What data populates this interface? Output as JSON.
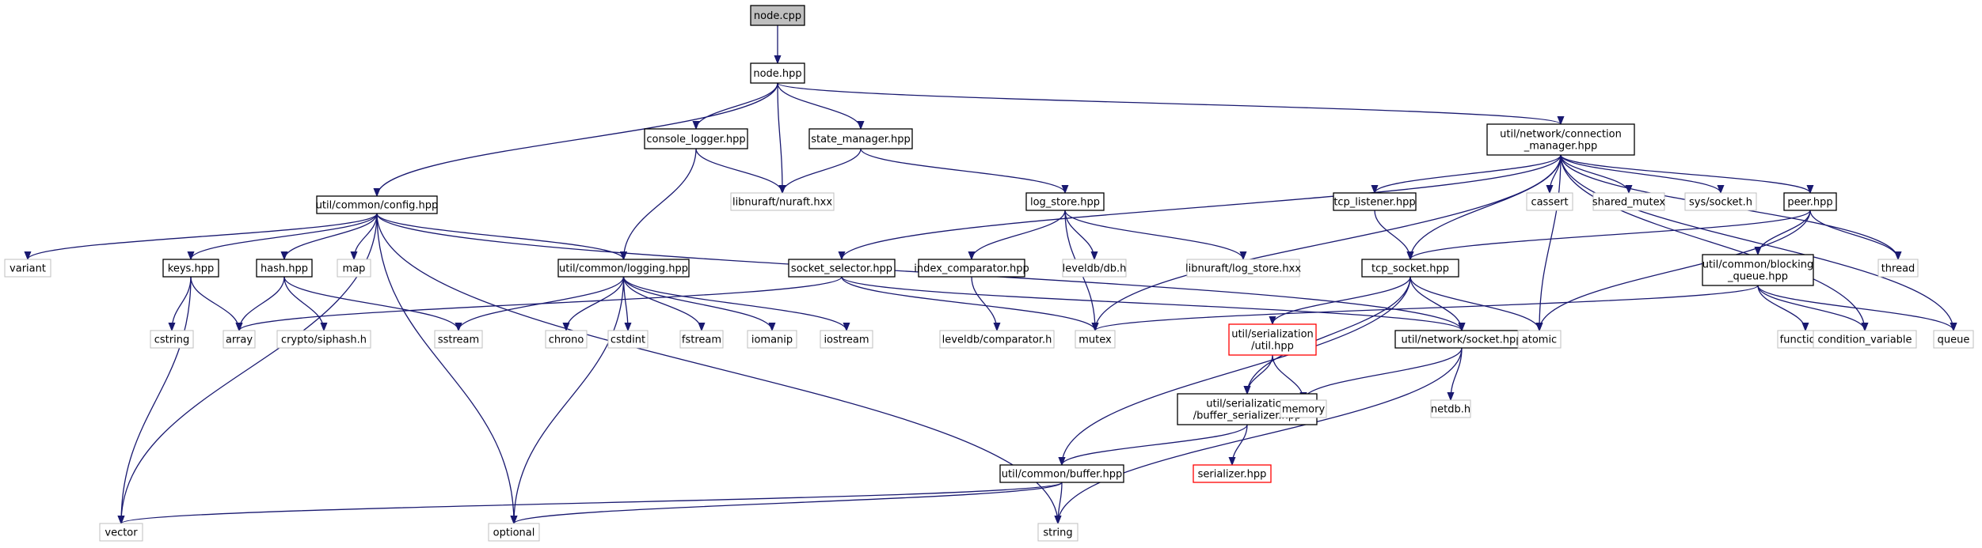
{
  "colors": {
    "edge": "#191970",
    "root_fill": "#bfbfbf",
    "local_border": "#000000",
    "external_border": "#bfbfbf",
    "missing_border": "#ff0000"
  },
  "nodes": [
    {
      "id": "node_cpp",
      "lines": [
        "node.cpp"
      ],
      "kind": "root"
    },
    {
      "id": "node_hpp",
      "lines": [
        "node.hpp"
      ],
      "kind": "local"
    },
    {
      "id": "console_logger",
      "lines": [
        "console_logger.hpp"
      ],
      "kind": "local"
    },
    {
      "id": "state_manager",
      "lines": [
        "state_manager.hpp"
      ],
      "kind": "local"
    },
    {
      "id": "connection_manager",
      "lines": [
        "util/network/connection",
        "_manager.hpp"
      ],
      "kind": "local"
    },
    {
      "id": "config",
      "lines": [
        "util/common/config.hpp"
      ],
      "kind": "local"
    },
    {
      "id": "nuraft",
      "lines": [
        "libnuraft/nuraft.hxx"
      ],
      "kind": "external"
    },
    {
      "id": "log_store",
      "lines": [
        "log_store.hpp"
      ],
      "kind": "local"
    },
    {
      "id": "socket_selector",
      "lines": [
        "socket_selector.hpp"
      ],
      "kind": "local"
    },
    {
      "id": "tcp_listener",
      "lines": [
        "tcp_listener.hpp"
      ],
      "kind": "local"
    },
    {
      "id": "cassert",
      "lines": [
        "cassert"
      ],
      "kind": "external"
    },
    {
      "id": "shared_mutex",
      "lines": [
        "shared_mutex"
      ],
      "kind": "external"
    },
    {
      "id": "sys_socket",
      "lines": [
        "sys/socket.h"
      ],
      "kind": "external"
    },
    {
      "id": "peer",
      "lines": [
        "peer.hpp"
      ],
      "kind": "local"
    },
    {
      "id": "variant",
      "lines": [
        "variant"
      ],
      "kind": "external"
    },
    {
      "id": "keys",
      "lines": [
        "keys.hpp"
      ],
      "kind": "local"
    },
    {
      "id": "hash",
      "lines": [
        "hash.hpp"
      ],
      "kind": "local"
    },
    {
      "id": "map",
      "lines": [
        "map"
      ],
      "kind": "external"
    },
    {
      "id": "logging",
      "lines": [
        "util/common/logging.hpp"
      ],
      "kind": "local"
    },
    {
      "id": "index_comparator",
      "lines": [
        "index_comparator.hpp"
      ],
      "kind": "local"
    },
    {
      "id": "leveldb_db",
      "lines": [
        "leveldb/db.h"
      ],
      "kind": "external"
    },
    {
      "id": "nuraft_log_store",
      "lines": [
        "libnuraft/log_store.hxx"
      ],
      "kind": "external"
    },
    {
      "id": "tcp_socket",
      "lines": [
        "tcp_socket.hpp"
      ],
      "kind": "local"
    },
    {
      "id": "blocking_queue",
      "lines": [
        "util/common/blocking",
        "_queue.hpp"
      ],
      "kind": "local"
    },
    {
      "id": "thread",
      "lines": [
        "thread"
      ],
      "kind": "external"
    },
    {
      "id": "cstring",
      "lines": [
        "cstring"
      ],
      "kind": "external"
    },
    {
      "id": "array",
      "lines": [
        "array"
      ],
      "kind": "external"
    },
    {
      "id": "siphash",
      "lines": [
        "crypto/siphash.h"
      ],
      "kind": "external"
    },
    {
      "id": "sstream",
      "lines": [
        "sstream"
      ],
      "kind": "external"
    },
    {
      "id": "chrono",
      "lines": [
        "chrono"
      ],
      "kind": "external"
    },
    {
      "id": "cstdint",
      "lines": [
        "cstdint"
      ],
      "kind": "external"
    },
    {
      "id": "fstream",
      "lines": [
        "fstream"
      ],
      "kind": "external"
    },
    {
      "id": "iomanip",
      "lines": [
        "iomanip"
      ],
      "kind": "external"
    },
    {
      "id": "iostream",
      "lines": [
        "iostream"
      ],
      "kind": "external"
    },
    {
      "id": "leveldb_comparator",
      "lines": [
        "leveldb/comparator.h"
      ],
      "kind": "external"
    },
    {
      "id": "mutex",
      "lines": [
        "mutex"
      ],
      "kind": "external"
    },
    {
      "id": "serialization_util",
      "lines": [
        "util/serialization",
        "/util.hpp"
      ],
      "kind": "missing"
    },
    {
      "id": "network_socket",
      "lines": [
        "util/network/socket.hpp"
      ],
      "kind": "local"
    },
    {
      "id": "atomic",
      "lines": [
        "atomic"
      ],
      "kind": "external"
    },
    {
      "id": "functional",
      "lines": [
        "functional"
      ],
      "kind": "external"
    },
    {
      "id": "condition_variable",
      "lines": [
        "condition_variable"
      ],
      "kind": "external"
    },
    {
      "id": "queue",
      "lines": [
        "queue"
      ],
      "kind": "external"
    },
    {
      "id": "buffer_serializer",
      "lines": [
        "util/serialization",
        "/buffer_serializer.hpp"
      ],
      "kind": "local"
    },
    {
      "id": "memory",
      "lines": [
        "memory"
      ],
      "kind": "external"
    },
    {
      "id": "netdb",
      "lines": [
        "netdb.h"
      ],
      "kind": "external"
    },
    {
      "id": "serializer",
      "lines": [
        "serializer.hpp"
      ],
      "kind": "missing"
    },
    {
      "id": "buffer",
      "lines": [
        "util/common/buffer.hpp"
      ],
      "kind": "local"
    },
    {
      "id": "vector",
      "lines": [
        "vector"
      ],
      "kind": "external"
    },
    {
      "id": "optional",
      "lines": [
        "optional"
      ],
      "kind": "external"
    },
    {
      "id": "string",
      "lines": [
        "string"
      ],
      "kind": "external"
    }
  ],
  "edges": [
    [
      "node_cpp",
      "node_hpp"
    ],
    [
      "node_hpp",
      "config"
    ],
    [
      "node_hpp",
      "console_logger"
    ],
    [
      "node_hpp",
      "nuraft"
    ],
    [
      "node_hpp",
      "state_manager"
    ],
    [
      "node_hpp",
      "connection_manager"
    ],
    [
      "console_logger",
      "nuraft"
    ],
    [
      "console_logger",
      "logging"
    ],
    [
      "state_manager",
      "nuraft"
    ],
    [
      "state_manager",
      "log_store"
    ],
    [
      "connection_manager",
      "socket_selector"
    ],
    [
      "connection_manager",
      "mutex"
    ],
    [
      "connection_manager",
      "tcp_listener"
    ],
    [
      "connection_manager",
      "tcp_socket"
    ],
    [
      "connection_manager",
      "atomic"
    ],
    [
      "connection_manager",
      "cassert"
    ],
    [
      "connection_manager",
      "shared_mutex"
    ],
    [
      "connection_manager",
      "sys_socket"
    ],
    [
      "connection_manager",
      "peer"
    ],
    [
      "connection_manager",
      "thread"
    ],
    [
      "connection_manager",
      "condition_variable"
    ],
    [
      "connection_manager",
      "queue"
    ],
    [
      "config",
      "variant"
    ],
    [
      "config",
      "keys"
    ],
    [
      "config",
      "hash"
    ],
    [
      "config",
      "map"
    ],
    [
      "config",
      "logging"
    ],
    [
      "config",
      "vector"
    ],
    [
      "config",
      "optional"
    ],
    [
      "config",
      "string"
    ],
    [
      "config",
      "network_socket"
    ],
    [
      "log_store",
      "index_comparator"
    ],
    [
      "log_store",
      "mutex"
    ],
    [
      "log_store",
      "leveldb_db"
    ],
    [
      "log_store",
      "nuraft_log_store"
    ],
    [
      "index_comparator",
      "leveldb_comparator"
    ],
    [
      "socket_selector",
      "array"
    ],
    [
      "socket_selector",
      "mutex"
    ],
    [
      "socket_selector",
      "network_socket"
    ],
    [
      "tcp_listener",
      "tcp_socket"
    ],
    [
      "peer",
      "tcp_socket"
    ],
    [
      "peer",
      "blocking_queue"
    ],
    [
      "peer",
      "thread"
    ],
    [
      "peer",
      "atomic"
    ],
    [
      "keys",
      "cstring"
    ],
    [
      "keys",
      "array"
    ],
    [
      "keys",
      "vector"
    ],
    [
      "hash",
      "array"
    ],
    [
      "hash",
      "siphash"
    ],
    [
      "hash",
      "sstream"
    ],
    [
      "logging",
      "sstream"
    ],
    [
      "logging",
      "chrono"
    ],
    [
      "logging",
      "cstdint"
    ],
    [
      "logging",
      "fstream"
    ],
    [
      "logging",
      "iomanip"
    ],
    [
      "logging",
      "iostream"
    ],
    [
      "logging",
      "optional"
    ],
    [
      "tcp_socket",
      "serialization_util"
    ],
    [
      "tcp_socket",
      "network_socket"
    ],
    [
      "tcp_socket",
      "atomic"
    ],
    [
      "tcp_socket",
      "buffer_serializer"
    ],
    [
      "tcp_socket",
      "buffer"
    ],
    [
      "blocking_queue",
      "mutex"
    ],
    [
      "blocking_queue",
      "functional"
    ],
    [
      "blocking_queue",
      "condition_variable"
    ],
    [
      "blocking_queue",
      "queue"
    ],
    [
      "serialization_util",
      "buffer_serializer"
    ],
    [
      "serialization_util",
      "memory"
    ],
    [
      "network_socket",
      "memory"
    ],
    [
      "network_socket",
      "netdb"
    ],
    [
      "network_socket",
      "string"
    ],
    [
      "buffer_serializer",
      "serializer"
    ],
    [
      "buffer_serializer",
      "buffer"
    ],
    [
      "buffer",
      "vector"
    ],
    [
      "buffer",
      "optional"
    ],
    [
      "buffer",
      "string"
    ]
  ]
}
